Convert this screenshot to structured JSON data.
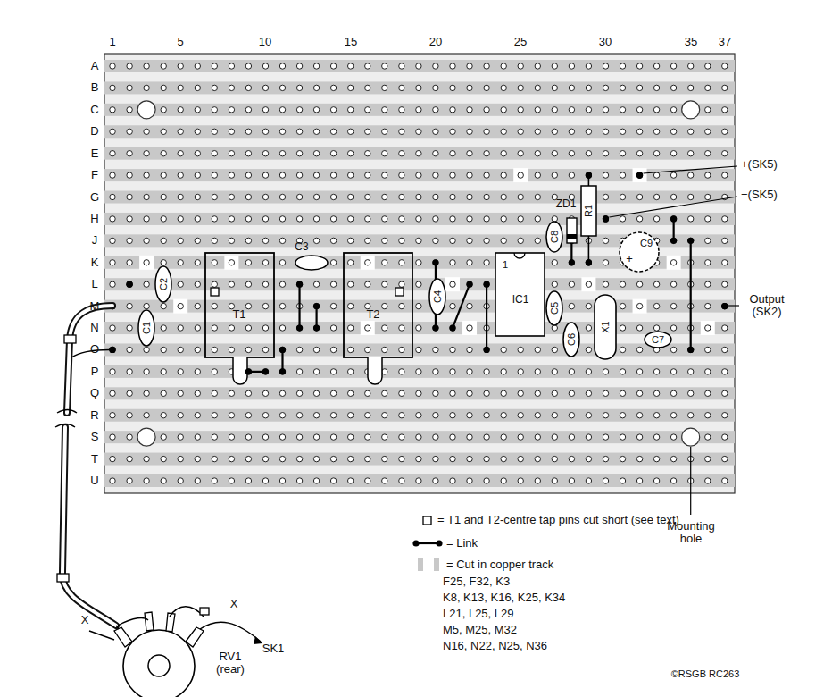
{
  "diagram": {
    "labels": [
      "1",
      "5",
      "10",
      "15",
      "20",
      "25",
      "30",
      "35",
      "37",
      "A",
      "B",
      "C",
      "D",
      "E",
      "F",
      "G",
      "H",
      "J",
      "K",
      "L",
      "M",
      "N",
      "O",
      "P",
      "Q",
      "R",
      "S",
      "T",
      "U",
      "C3",
      "ZD1",
      "R1",
      "C8",
      "C9",
      "+",
      "T1",
      "T2",
      "C2",
      "C1",
      "C4",
      "1",
      "IC1",
      "C5",
      "C6",
      "X1",
      "C7",
      "+(SK5)",
      "−(SK5)",
      "Output (SK2)",
      "X",
      "X",
      "SK1",
      "RV1 (rear)",
      "Mounting hole",
      "F25, F32, K3",
      "K8, K13, K16, K25, K34",
      "L21, L25, L29",
      "M5, M25, M32",
      "N16, N22, N25, N36",
      "©RSGB RC263"
    ],
    "legend": [
      {
        "text": "= T1 and T2-centre tap pins cut short (see text)"
      },
      {
        "text": "= Link"
      },
      {
        "text": "= Cut in copper track"
      }
    ]
  }
}
